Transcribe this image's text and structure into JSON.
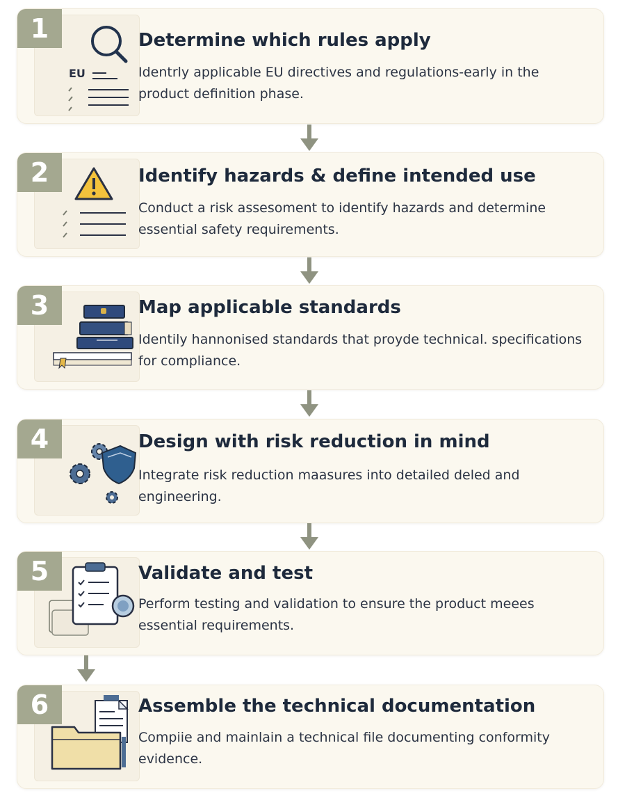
{
  "colors": {
    "card_background": "#fbf8ef",
    "badge": "#a4a890",
    "arrow": "#8f9381",
    "title_text": "#1e2a3c",
    "body_text": "#2c3444"
  },
  "steps": [
    {
      "number": "1",
      "icon": "magnifier-checklist-icon",
      "icon_label": "EU",
      "title": "Determine which rules apply",
      "description": "Identrly applicable EU directives and regulations-early in the product definition phase."
    },
    {
      "number": "2",
      "icon": "warning-checklist-icon",
      "title": "Identify hazards & define intended use",
      "description": "Conduct a risk assesoment to identify hazards and determine essential safety requirements."
    },
    {
      "number": "3",
      "icon": "standards-book-stack-icon",
      "title": "Map applicable standards",
      "description": "Identily hannonised standards that proyde technical. specifications for compliance."
    },
    {
      "number": "4",
      "icon": "gears-shield-icon",
      "title": "Design with risk reduction in mind",
      "description": "Integrate risk reduction maasures into detailed deled and engineering."
    },
    {
      "number": "5",
      "icon": "clipboard-test-icon",
      "title": "Validate and test",
      "description": "Perform testing and validation to ensure the product meees essential requirements."
    },
    {
      "number": "6",
      "icon": "folder-documents-icon",
      "title": "Assemble the technical documentation",
      "description": "Compiie and mainlain a technical file documenting conformity evidence."
    }
  ]
}
